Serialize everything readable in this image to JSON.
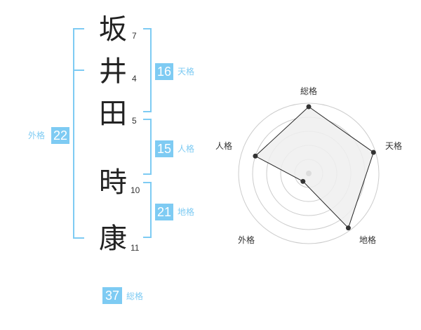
{
  "name_chars": [
    {
      "char": "坂",
      "strokes": "7"
    },
    {
      "char": "井",
      "strokes": "4"
    },
    {
      "char": "田",
      "strokes": "5"
    },
    {
      "char": "時",
      "strokes": "10"
    },
    {
      "char": "康",
      "strokes": "11"
    }
  ],
  "kaku": {
    "tenkaku": {
      "value": "16",
      "label": "天格"
    },
    "jinkaku": {
      "value": "15",
      "label": "人格"
    },
    "chikaku": {
      "value": "21",
      "label": "地格"
    },
    "gaikaku": {
      "value": "22",
      "label": "外格"
    },
    "soukaku": {
      "value": "37",
      "label": "総格"
    }
  },
  "chart_data": {
    "type": "radar",
    "axes": [
      "総格",
      "天格",
      "地格",
      "外格",
      "人格"
    ],
    "values": [
      0.95,
      0.97,
      0.96,
      0.14,
      0.8
    ],
    "range": [
      0,
      1
    ],
    "rings": 5,
    "colors": {
      "accent": "#7ecbf3",
      "fill": "#eeeeee",
      "ring": "#cccccc",
      "line": "#222222",
      "dot": "#333333"
    }
  }
}
